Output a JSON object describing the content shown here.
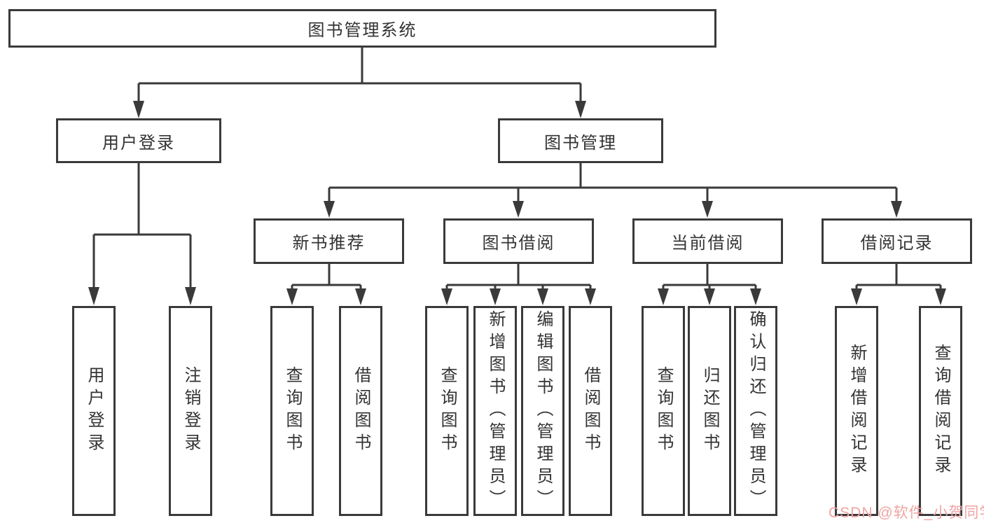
{
  "title": "图书管理系统",
  "user_login": {
    "label": "用户登录",
    "children": [
      {
        "label": "用户登录"
      },
      {
        "label": "注销登录"
      }
    ]
  },
  "book_mgmt": {
    "label": "图书管理",
    "groups": [
      {
        "label": "新书推荐",
        "children": [
          {
            "label": "查询图书"
          },
          {
            "label": "借阅图书"
          }
        ]
      },
      {
        "label": "图书借阅",
        "children": [
          {
            "label": "查询图书"
          },
          {
            "label": "新增图书（管理员）"
          },
          {
            "label": "编辑图书（管理员）"
          },
          {
            "label": "借阅图书"
          }
        ]
      },
      {
        "label": "当前借阅",
        "children": [
          {
            "label": "查询图书"
          },
          {
            "label": "归还图书"
          },
          {
            "label": "确认归还（管理员）"
          }
        ]
      },
      {
        "label": "借阅记录",
        "children": [
          {
            "label": "新增借阅记录"
          },
          {
            "label": "查询借阅记录"
          }
        ]
      }
    ]
  },
  "watermark": "CSDN @软件_小贺同学",
  "colors": {
    "line": "#3a3a3a",
    "text": "#333333",
    "background": "#ffffff",
    "watermark": "#f0a3a3"
  }
}
